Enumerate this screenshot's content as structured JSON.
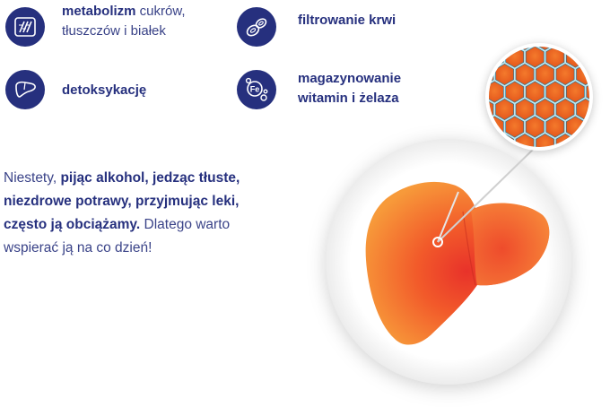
{
  "features": [
    {
      "icon": "dna-icon",
      "bold": "metabolizm",
      "rest1": " cukrów,",
      "rest2": "tłuszczów i białek"
    },
    {
      "icon": "blood-cells-icon",
      "bold": "filtrowanie krwi"
    },
    {
      "icon": "liver-icon",
      "bold": "detoksykację"
    },
    {
      "icon": "iron-molecule-icon",
      "bold": "magazynowanie",
      "bold2": "witamin i żelaza",
      "icon_label": "Fe"
    }
  ],
  "paragraph": {
    "p1": "Niestety, ",
    "b1": "pijąc alkohol, jedząc tłuste, niezdrowe potrawy, przyjmując leki, często ją obciążamy.",
    "p2": " Dlatego warto wspierać ją na co dzień!"
  },
  "colors": {
    "brand_navy": "#26307e",
    "liver_orange": "#f7772a",
    "liver_red": "#e8322a",
    "cell_orange": "#f26a22",
    "cell_border": "#bfe6f0"
  }
}
